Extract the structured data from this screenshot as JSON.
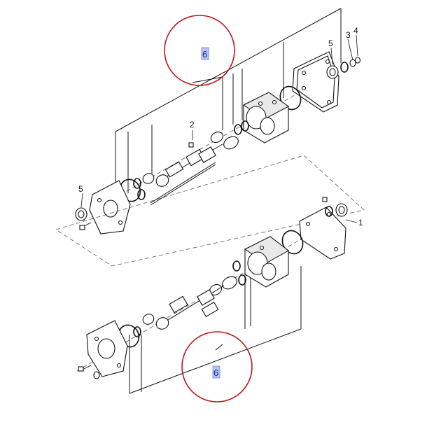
{
  "callouts": {
    "c1": "1",
    "c2": "2",
    "c3": "3",
    "c4": "4",
    "c5a": "5",
    "c5b": "5"
  },
  "highlights": {
    "upper": "6",
    "lower": "6"
  },
  "colors": {
    "highlight_circle": "#c0151b",
    "highlight_label_bg": "#b7c4f2"
  }
}
